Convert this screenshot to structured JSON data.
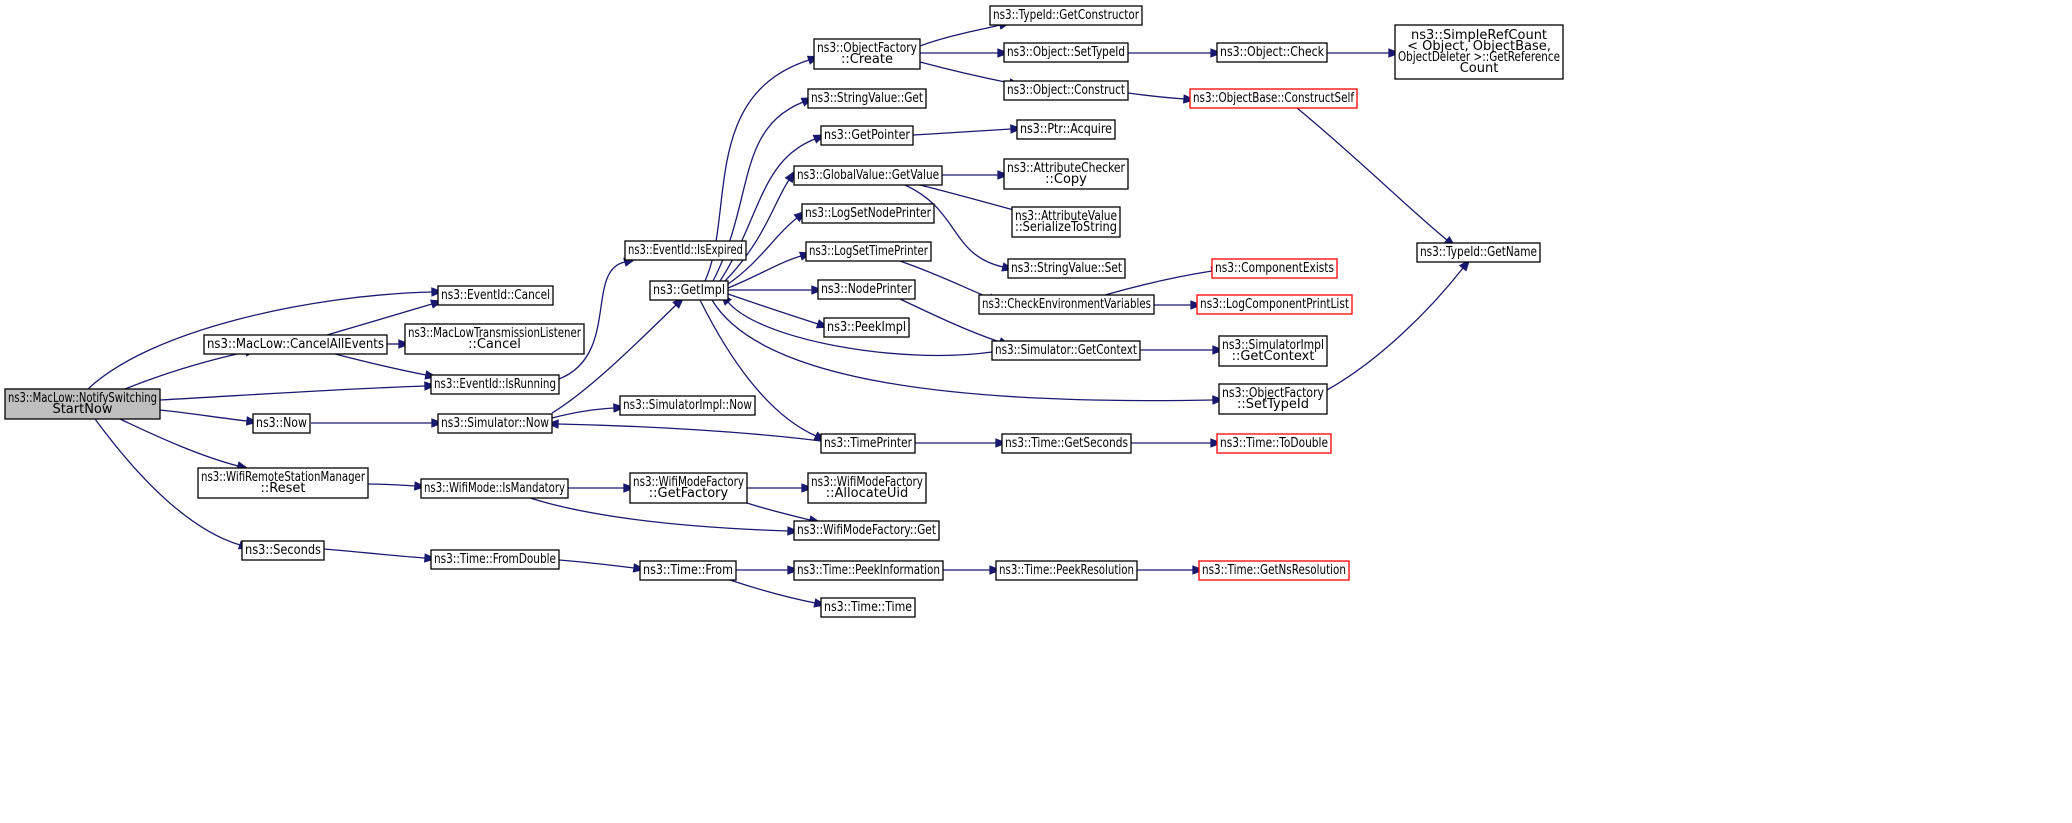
{
  "diagram": {
    "type": "call-graph",
    "root": "n0",
    "nodes": [
      {
        "id": "n0",
        "lines": [
          "ns3::MacLow::NotifySwitching",
          "StartNow"
        ],
        "style": "root"
      },
      {
        "id": "n1",
        "lines": [
          "ns3::EventId::Cancel"
        ],
        "style": "normal"
      },
      {
        "id": "n2",
        "lines": [
          "ns3::MacLow::CancelAllEvents"
        ],
        "style": "normal"
      },
      {
        "id": "n3",
        "lines": [
          "ns3::MacLowTransmissionListener",
          "::Cancel"
        ],
        "style": "normal"
      },
      {
        "id": "n4",
        "lines": [
          "ns3::EventId::IsRunning"
        ],
        "style": "normal"
      },
      {
        "id": "n5",
        "lines": [
          "ns3::Now"
        ],
        "style": "normal"
      },
      {
        "id": "n6",
        "lines": [
          "ns3::Simulator::Now"
        ],
        "style": "normal"
      },
      {
        "id": "n7",
        "lines": [
          "ns3::WifiRemoteStationManager",
          "::Reset"
        ],
        "style": "normal"
      },
      {
        "id": "n8",
        "lines": [
          "ns3::WifiMode::IsMandatory"
        ],
        "style": "normal"
      },
      {
        "id": "n9",
        "lines": [
          "ns3::Seconds"
        ],
        "style": "normal"
      },
      {
        "id": "n10",
        "lines": [
          "ns3::Time::FromDouble"
        ],
        "style": "normal"
      },
      {
        "id": "n11",
        "lines": [
          "ns3::EventId::IsExpired"
        ],
        "style": "normal"
      },
      {
        "id": "n12",
        "lines": [
          "ns3::GetImpl"
        ],
        "style": "normal"
      },
      {
        "id": "n13",
        "lines": [
          "ns3::SimulatorImpl::Now"
        ],
        "style": "normal"
      },
      {
        "id": "n14",
        "lines": [
          "ns3::WifiModeFactory",
          "::GetFactory"
        ],
        "style": "normal"
      },
      {
        "id": "n15",
        "lines": [
          "ns3::Time::From"
        ],
        "style": "normal"
      },
      {
        "id": "n16",
        "lines": [
          "ns3::ObjectFactory",
          "::Create"
        ],
        "style": "normal"
      },
      {
        "id": "n17",
        "lines": [
          "ns3::StringValue::Get"
        ],
        "style": "normal"
      },
      {
        "id": "n18",
        "lines": [
          "ns3::GetPointer"
        ],
        "style": "normal"
      },
      {
        "id": "n19",
        "lines": [
          "ns3::GlobalValue::GetValue"
        ],
        "style": "normal"
      },
      {
        "id": "n20",
        "lines": [
          "ns3::LogSetNodePrinter"
        ],
        "style": "normal"
      },
      {
        "id": "n21",
        "lines": [
          "ns3::LogSetTimePrinter"
        ],
        "style": "normal"
      },
      {
        "id": "n22",
        "lines": [
          "ns3::NodePrinter"
        ],
        "style": "normal"
      },
      {
        "id": "n23",
        "lines": [
          "ns3::PeekImpl"
        ],
        "style": "normal"
      },
      {
        "id": "n24",
        "lines": [
          "ns3::TimePrinter"
        ],
        "style": "normal"
      },
      {
        "id": "n25",
        "lines": [
          "ns3::WifiModeFactory",
          "::AllocateUid"
        ],
        "style": "normal"
      },
      {
        "id": "n26",
        "lines": [
          "ns3::WifiModeFactory::Get"
        ],
        "style": "normal"
      },
      {
        "id": "n27",
        "lines": [
          "ns3::Time::PeekInformation"
        ],
        "style": "normal"
      },
      {
        "id": "n28",
        "lines": [
          "ns3::Time::Time"
        ],
        "style": "normal"
      },
      {
        "id": "n29",
        "lines": [
          "ns3::TypeId::GetConstructor"
        ],
        "style": "normal"
      },
      {
        "id": "n30",
        "lines": [
          "ns3::Object::SetTypeId"
        ],
        "style": "normal"
      },
      {
        "id": "n31",
        "lines": [
          "ns3::Object::Construct"
        ],
        "style": "normal"
      },
      {
        "id": "n32",
        "lines": [
          "ns3::Ptr::Acquire"
        ],
        "style": "normal"
      },
      {
        "id": "n33",
        "lines": [
          "ns3::AttributeChecker",
          "::Copy"
        ],
        "style": "normal"
      },
      {
        "id": "n34",
        "lines": [
          "ns3::AttributeValue",
          "::SerializeToString"
        ],
        "style": "normal"
      },
      {
        "id": "n35",
        "lines": [
          "ns3::StringValue::Set"
        ],
        "style": "normal"
      },
      {
        "id": "n36",
        "lines": [
          "ns3::CheckEnvironmentVariables"
        ],
        "style": "normal"
      },
      {
        "id": "n37",
        "lines": [
          "ns3::Simulator::GetContext"
        ],
        "style": "normal"
      },
      {
        "id": "n38",
        "lines": [
          "ns3::ObjectFactory",
          "::SetTypeId"
        ],
        "style": "normal"
      },
      {
        "id": "n39",
        "lines": [
          "ns3::Time::GetSeconds"
        ],
        "style": "normal"
      },
      {
        "id": "n40",
        "lines": [
          "ns3::Time::PeekResolution"
        ],
        "style": "normal"
      },
      {
        "id": "n41",
        "lines": [
          "ns3::Object::Check"
        ],
        "style": "normal"
      },
      {
        "id": "n42",
        "lines": [
          "ns3::ObjectBase::ConstructSelf"
        ],
        "style": "red"
      },
      {
        "id": "n43",
        "lines": [
          "ns3::ComponentExists"
        ],
        "style": "red"
      },
      {
        "id": "n44",
        "lines": [
          "ns3::LogComponentPrintList"
        ],
        "style": "red"
      },
      {
        "id": "n45",
        "lines": [
          "ns3::SimulatorImpl",
          "::GetContext"
        ],
        "style": "normal"
      },
      {
        "id": "n46",
        "lines": [
          "ns3::Time::ToDouble"
        ],
        "style": "red"
      },
      {
        "id": "n47",
        "lines": [
          "ns3::Time::GetNsResolution"
        ],
        "style": "red"
      },
      {
        "id": "n48",
        "lines": [
          "ns3::SimpleRefCount",
          "< Object, ObjectBase,",
          " ObjectDeleter >::GetReference",
          "Count"
        ],
        "style": "normal"
      },
      {
        "id": "n49",
        "lines": [
          "ns3::TypeId::GetName"
        ],
        "style": "normal"
      }
    ],
    "edges": [
      {
        "from": "n0",
        "to": "n1"
      },
      {
        "from": "n0",
        "to": "n2"
      },
      {
        "from": "n0",
        "to": "n4"
      },
      {
        "from": "n0",
        "to": "n5"
      },
      {
        "from": "n0",
        "to": "n7"
      },
      {
        "from": "n0",
        "to": "n9"
      },
      {
        "from": "n2",
        "to": "n1"
      },
      {
        "from": "n2",
        "to": "n3"
      },
      {
        "from": "n2",
        "to": "n4"
      },
      {
        "from": "n4",
        "to": "n11"
      },
      {
        "from": "n5",
        "to": "n6"
      },
      {
        "from": "n6",
        "to": "n12"
      },
      {
        "from": "n6",
        "to": "n13"
      },
      {
        "from": "n7",
        "to": "n8"
      },
      {
        "from": "n8",
        "to": "n14"
      },
      {
        "from": "n8",
        "to": "n26"
      },
      {
        "from": "n9",
        "to": "n10"
      },
      {
        "from": "n10",
        "to": "n15"
      },
      {
        "from": "n12",
        "to": "n16"
      },
      {
        "from": "n12",
        "to": "n17"
      },
      {
        "from": "n12",
        "to": "n18"
      },
      {
        "from": "n12",
        "to": "n19"
      },
      {
        "from": "n12",
        "to": "n20"
      },
      {
        "from": "n12",
        "to": "n21"
      },
      {
        "from": "n12",
        "to": "n22"
      },
      {
        "from": "n12",
        "to": "n23"
      },
      {
        "from": "n12",
        "to": "n24"
      },
      {
        "from": "n12",
        "to": "n38"
      },
      {
        "from": "n14",
        "to": "n25"
      },
      {
        "from": "n14",
        "to": "n26"
      },
      {
        "from": "n15",
        "to": "n27"
      },
      {
        "from": "n15",
        "to": "n28"
      },
      {
        "from": "n16",
        "to": "n29"
      },
      {
        "from": "n16",
        "to": "n30"
      },
      {
        "from": "n16",
        "to": "n31"
      },
      {
        "from": "n18",
        "to": "n32"
      },
      {
        "from": "n19",
        "to": "n33"
      },
      {
        "from": "n19",
        "to": "n34"
      },
      {
        "from": "n19",
        "to": "n35"
      },
      {
        "from": "n21",
        "to": "n36"
      },
      {
        "from": "n22",
        "to": "n37"
      },
      {
        "from": "n24",
        "to": "n6"
      },
      {
        "from": "n24",
        "to": "n39"
      },
      {
        "from": "n27",
        "to": "n40"
      },
      {
        "from": "n30",
        "to": "n41"
      },
      {
        "from": "n31",
        "to": "n42"
      },
      {
        "from": "n36",
        "to": "n43"
      },
      {
        "from": "n36",
        "to": "n44"
      },
      {
        "from": "n37",
        "to": "n12"
      },
      {
        "from": "n37",
        "to": "n45"
      },
      {
        "from": "n38",
        "to": "n49"
      },
      {
        "from": "n39",
        "to": "n46"
      },
      {
        "from": "n40",
        "to": "n47"
      },
      {
        "from": "n41",
        "to": "n48"
      },
      {
        "from": "n42",
        "to": "n49"
      }
    ]
  },
  "colors": {
    "edge": "#191970",
    "root_fill": "#bfbfbf",
    "node_border": "#000000",
    "red_border": "#ff0000"
  }
}
